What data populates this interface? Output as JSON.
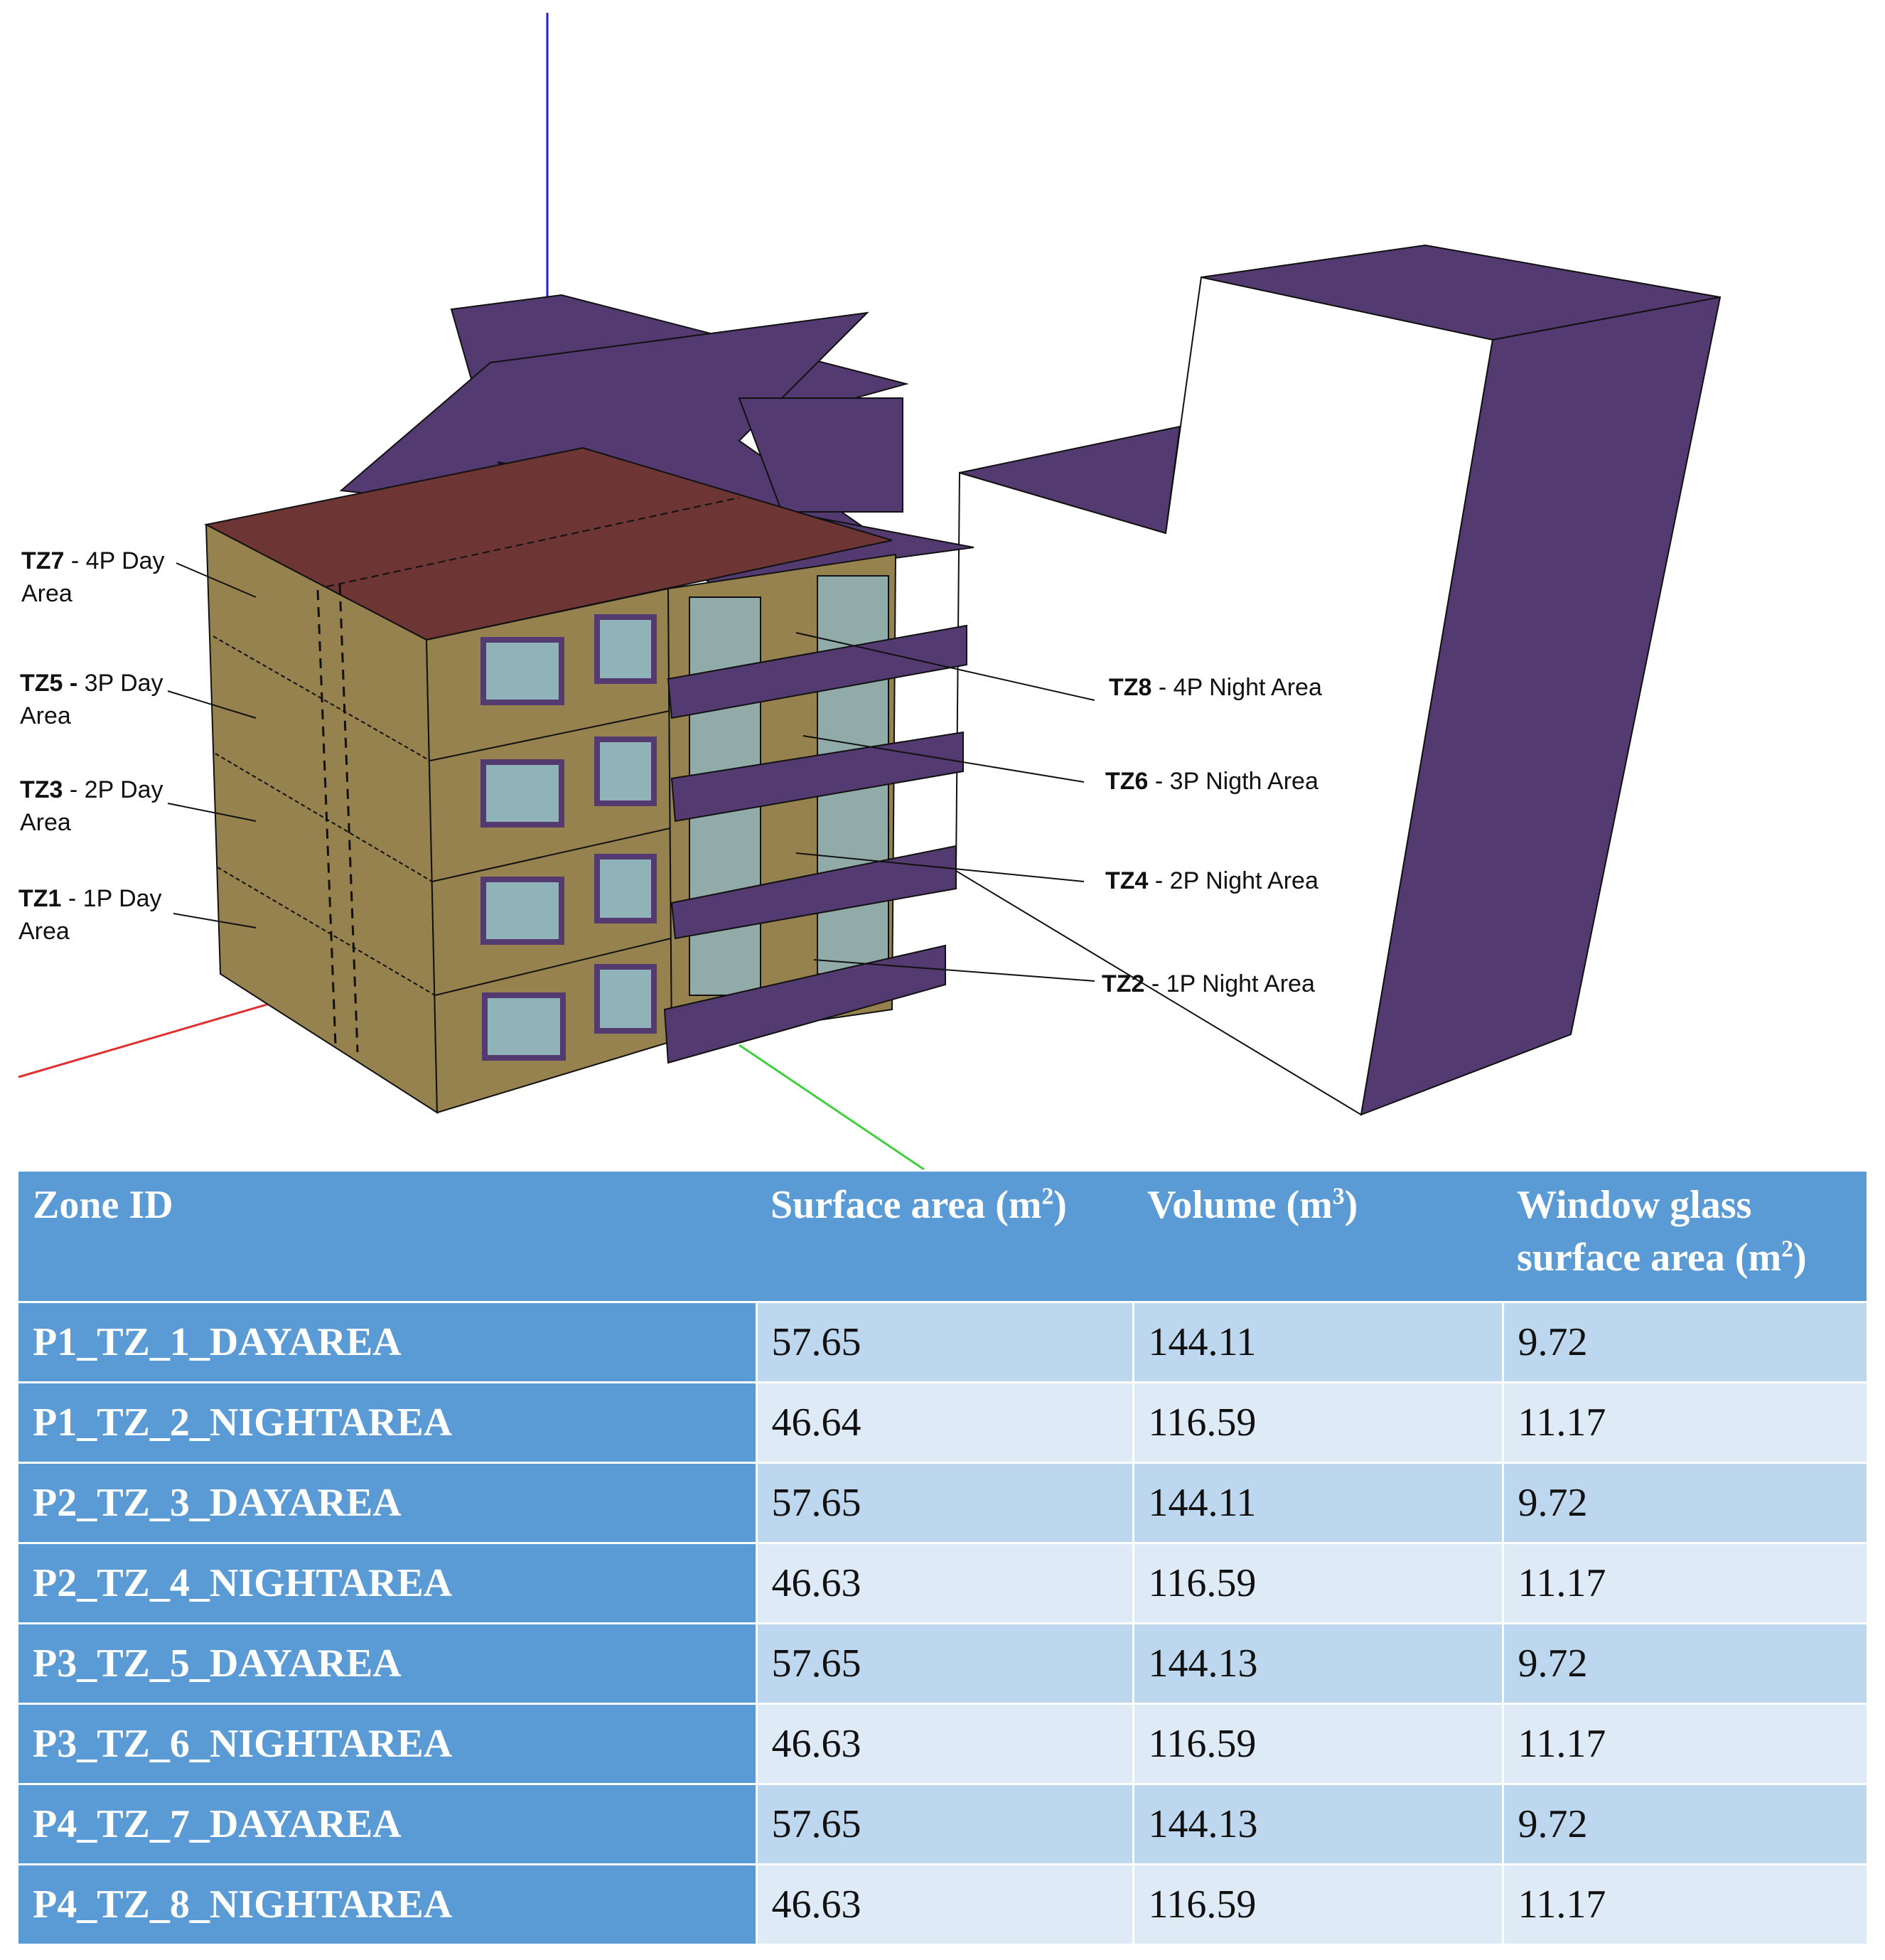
{
  "colors": {
    "wall": "#95824e",
    "roof": "#6e3535",
    "shade": "#533a70",
    "glass": "#8fb3b8",
    "header_blue": "#5b9bd5",
    "row_light_a": "#bdd7ee",
    "row_light_b": "#deebf7",
    "axis_x": "#e03030",
    "axis_y": "#40d040",
    "axis_z": "#2020d0"
  },
  "labels": {
    "tz7": {
      "id": "TZ7",
      "text": " - 4P Day",
      "text2": "Area"
    },
    "tz5": {
      "id": "TZ5 -",
      "text": " 3P Day",
      "text2": "Area"
    },
    "tz3": {
      "id": "TZ3",
      "text": " - 2P Day",
      "text2": "Area"
    },
    "tz1": {
      "id": "TZ1",
      "text": " - 1P Day",
      "text2": "Area"
    },
    "tz8": {
      "id": "TZ8",
      "text": " - 4P Night Area"
    },
    "tz6": {
      "id": "TZ6",
      "text": " - 3P Nigth Area"
    },
    "tz4": {
      "id": "TZ4",
      "text": " - 2P Night Area"
    },
    "tz2": {
      "id": "TZ2",
      "text": " - 1P Night Area"
    }
  },
  "table": {
    "headers": {
      "zone": "Zone ID",
      "surface": "Surface area (m",
      "surface_sup": "2",
      "volume": "Volume (m",
      "volume_sup": "3",
      "window": "Window glass surface area (m",
      "window_sup": "2"
    },
    "rows": [
      {
        "zone": "P1_TZ_1_DAYAREA",
        "surface": "57.65",
        "volume": "144.11",
        "window": "9.72"
      },
      {
        "zone": "P1_TZ_2_NIGHTAREA",
        "surface": "46.64",
        "volume": "116.59",
        "window": "11.17"
      },
      {
        "zone": "P2_TZ_3_DAYAREA",
        "surface": "57.65",
        "volume": "144.11",
        "window": "9.72"
      },
      {
        "zone": "P2_TZ_4_NIGHTAREA",
        "surface": "46.63",
        "volume": "116.59",
        "window": "11.17"
      },
      {
        "zone": "P3_TZ_5_DAYAREA",
        "surface": "57.65",
        "volume": "144.13",
        "window": "9.72"
      },
      {
        "zone": "P3_TZ_6_NIGHTAREA",
        "surface": "46.63",
        "volume": "116.59",
        "window": "11.17"
      },
      {
        "zone": "P4_TZ_7_DAYAREA",
        "surface": "57.65",
        "volume": "144.13",
        "window": "9.72"
      },
      {
        "zone": "P4_TZ_8_NIGHTAREA",
        "surface": "46.63",
        "volume": "116.59",
        "window": "11.17"
      }
    ]
  }
}
